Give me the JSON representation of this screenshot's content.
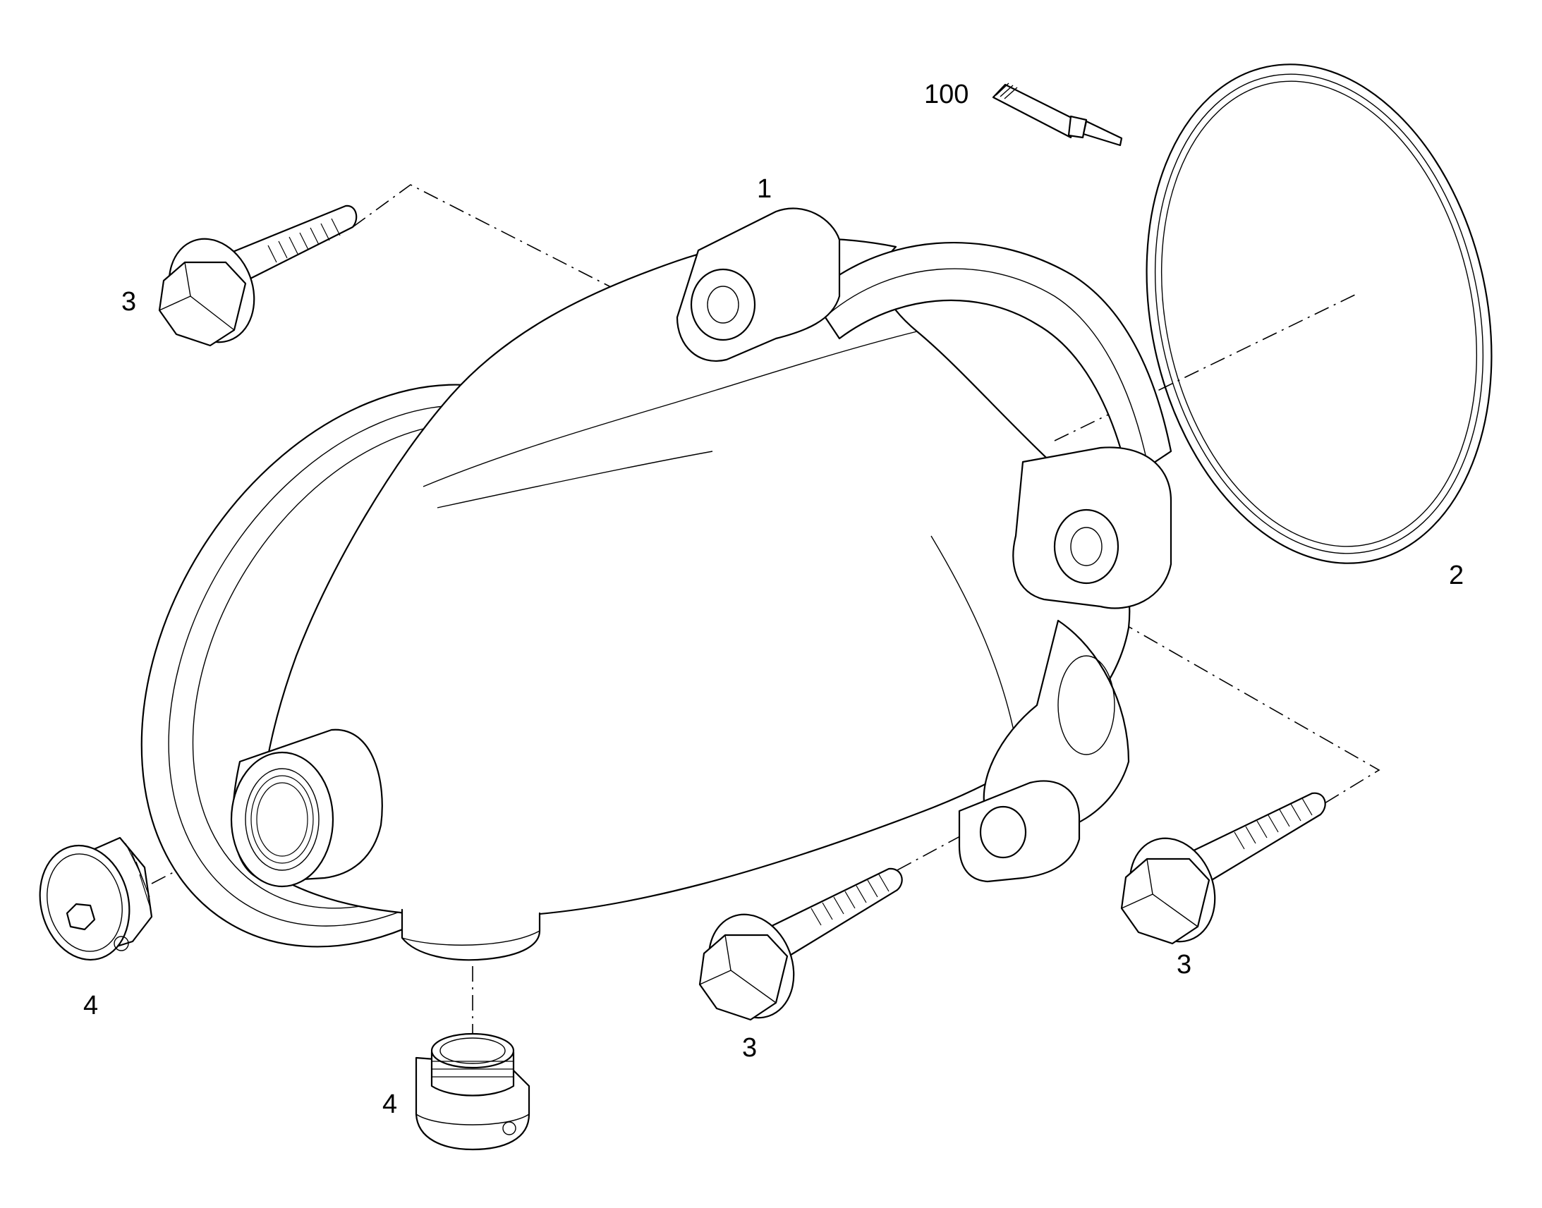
{
  "callouts": {
    "housing": "1",
    "o_ring": "2",
    "bolt_top_left": "3",
    "bolt_bottom_center": "3",
    "bolt_bottom_right": "3",
    "plug_left": "4",
    "plug_bottom": "4",
    "sealant": "100"
  },
  "colors": {
    "line": "#000000",
    "background": "#ffffff"
  }
}
